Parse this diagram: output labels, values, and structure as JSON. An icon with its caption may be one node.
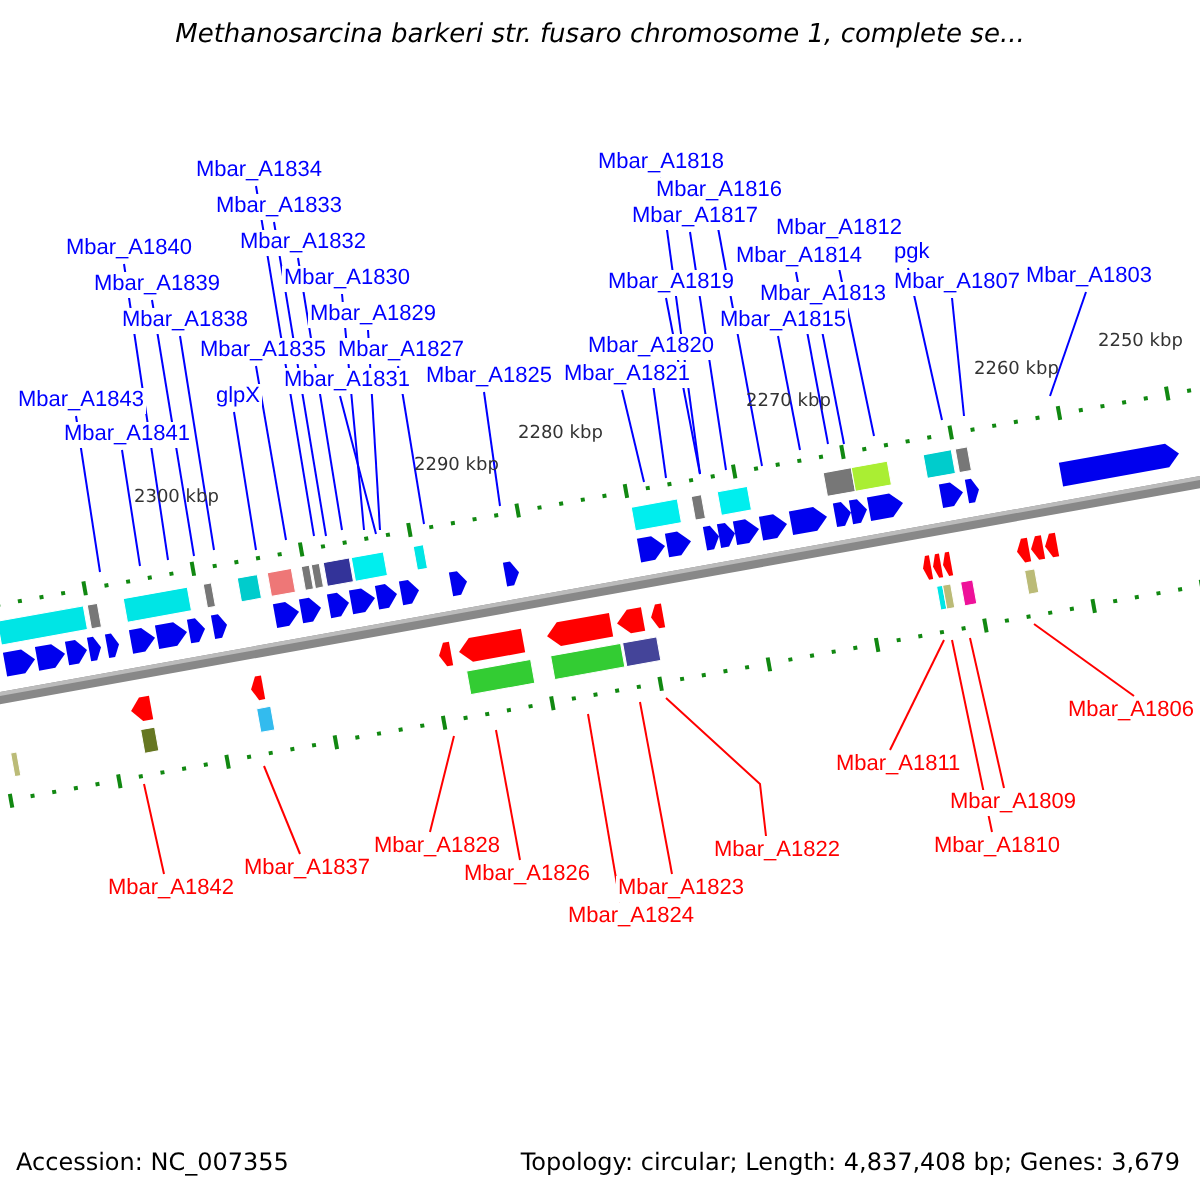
{
  "diagram": {
    "title": "Methanosarcina barkeri str. fusaro chromosome 1, complete se...",
    "nodes": [
      {
        "text": [
          "Mbar_A1818"
        ]
      },
      {
        "text": [
          "Mbar_A1834"
        ]
      },
      {
        "text": [
          "Mbar_A1816"
        ]
      },
      {
        "text": [
          "Mbar_A1833"
        ]
      },
      {
        "text": [
          "Mbar_A1817"
        ]
      },
      {
        "text": [
          "Mbar_A1812"
        ]
      },
      {
        "text": [
          "Mbar_A1832"
        ]
      },
      {
        "text": [
          "pgk"
        ]
      },
      {
        "text": [
          "Mbar_A1814"
        ]
      },
      {
        "text": [
          "Mbar_A1840"
        ]
      },
      {
        "text": [
          "Mbar_A1830"
        ]
      },
      {
        "text": [
          "Mbar_A1807"
        ]
      },
      {
        "text": [
          "Mbar_A1803"
        ]
      },
      {
        "text": [
          "Mbar_A1819"
        ]
      },
      {
        "text": [
          "Mbar_A1839"
        ]
      },
      {
        "text": [
          "Mbar_A1813"
        ]
      },
      {
        "text": [
          "Mbar_A1829"
        ]
      },
      {
        "text": [
          "Mbar_A1838"
        ]
      },
      {
        "text": [
          "Mbar_A1815"
        ]
      },
      {
        "text": [
          "Mbar_A1820"
        ]
      },
      {
        "text": [
          "Mbar_A1835"
        ]
      },
      {
        "text": [
          "Mbar_A1827"
        ]
      },
      {
        "text": [
          "Mbar_A1821"
        ]
      },
      {
        "text": [
          "Mbar_A1825"
        ]
      },
      {
        "text": [
          "Mbar_A1831"
        ]
      },
      {
        "text": [
          "glpX"
        ]
      },
      {
        "text": [
          "Mbar_A1843"
        ]
      },
      {
        "text": [
          "Mbar_A1841"
        ]
      },
      {
        "text": [
          "Mbar_A1806"
        ]
      },
      {
        "text": [
          "Mbar_A1811"
        ]
      },
      {
        "text": [
          "Mbar_A1809"
        ]
      },
      {
        "text": [
          "Mbar_A1828"
        ]
      },
      {
        "text": [
          "Mbar_A1822"
        ]
      },
      {
        "text": [
          "Mbar_A1810"
        ]
      },
      {
        "text": [
          "Mbar_A1837"
        ]
      },
      {
        "text": [
          "Mbar_A1826"
        ]
      },
      {
        "text": [
          "Mbar_A1842"
        ]
      },
      {
        "text": [
          "Mbar_A1823"
        ]
      },
      {
        "text": [
          "Mbar_A1824"
        ]
      }
    ],
    "edges": [
      {
        "from": 0,
        "to": null,
        "arrow": "none"
      },
      {
        "from": 1,
        "to": null,
        "arrow": "none"
      },
      {
        "from": 2,
        "to": null,
        "arrow": "none"
      },
      {
        "from": 3,
        "to": null,
        "arrow": "none"
      },
      {
        "from": 4,
        "to": null,
        "arrow": "none"
      },
      {
        "from": 5,
        "to": null,
        "arrow": "none"
      },
      {
        "from": 6,
        "to": null,
        "arrow": "none"
      },
      {
        "from": 7,
        "to": null,
        "arrow": "none"
      },
      {
        "from": 8,
        "to": null,
        "arrow": "none"
      },
      {
        "from": 9,
        "to": null,
        "arrow": "none"
      },
      {
        "from": 10,
        "to": null,
        "arrow": "none"
      },
      {
        "from": 11,
        "to": null,
        "arrow": "none"
      },
      {
        "from": 12,
        "to": null,
        "arrow": "none"
      },
      {
        "from": 13,
        "to": null,
        "arrow": "none"
      },
      {
        "from": 14,
        "to": null,
        "arrow": "none"
      },
      {
        "from": 15,
        "to": null,
        "arrow": "none"
      },
      {
        "from": 16,
        "to": null,
        "arrow": "none"
      },
      {
        "from": 17,
        "to": null,
        "arrow": "none"
      },
      {
        "from": 18,
        "to": null,
        "arrow": "none"
      },
      {
        "from": 19,
        "to": null,
        "arrow": "none"
      },
      {
        "from": 20,
        "to": null,
        "arrow": "none"
      },
      {
        "from": 21,
        "to": null,
        "arrow": "none"
      },
      {
        "from": 22,
        "to": null,
        "arrow": "none"
      },
      {
        "from": 23,
        "to": null,
        "arrow": "none"
      },
      {
        "from": 24,
        "to": null,
        "arrow": "none"
      },
      {
        "from": 25,
        "to": null,
        "arrow": "none"
      },
      {
        "from": 26,
        "to": null,
        "arrow": "none"
      },
      {
        "from": 27,
        "to": null,
        "arrow": "none"
      },
      {
        "from": 28,
        "to": null,
        "arrow": "none",
        "color": "#ff0000"
      },
      {
        "from": 29,
        "to": null,
        "arrow": "none",
        "color": "#ff0000"
      },
      {
        "from": 30,
        "to": null,
        "arrow": "none",
        "color": "#ff0000"
      },
      {
        "from": 31,
        "to": null,
        "arrow": "none",
        "color": "#ff0000"
      },
      {
        "from": 32,
        "to": null,
        "arrow": "none",
        "color": "#ff0000"
      },
      {
        "from": 33,
        "to": null,
        "arrow": "none",
        "color": "#ff0000"
      },
      {
        "from": 34,
        "to": null,
        "arrow": "none",
        "color": "#ff0000"
      },
      {
        "from": 35,
        "to": null,
        "arrow": "none",
        "color": "#ff0000"
      },
      {
        "from": 36,
        "to": null,
        "arrow": "none",
        "color": "#ff0000"
      },
      {
        "from": 37,
        "to": null,
        "arrow": "none",
        "color": "#ff0000"
      },
      {
        "from": 38,
        "to": null,
        "arrow": "none",
        "color": "#ff0000"
      }
    ],
    "labels": [
      "2250 kbp",
      "2260 kbp",
      "2270 kbp",
      "2280 kbp",
      "2290 kbp",
      "2300 kbp",
      "Accession: NC_007355",
      "Topology: circular; Length: 4,837,408 bp; Genes: 3,679"
    ]
  }
}
